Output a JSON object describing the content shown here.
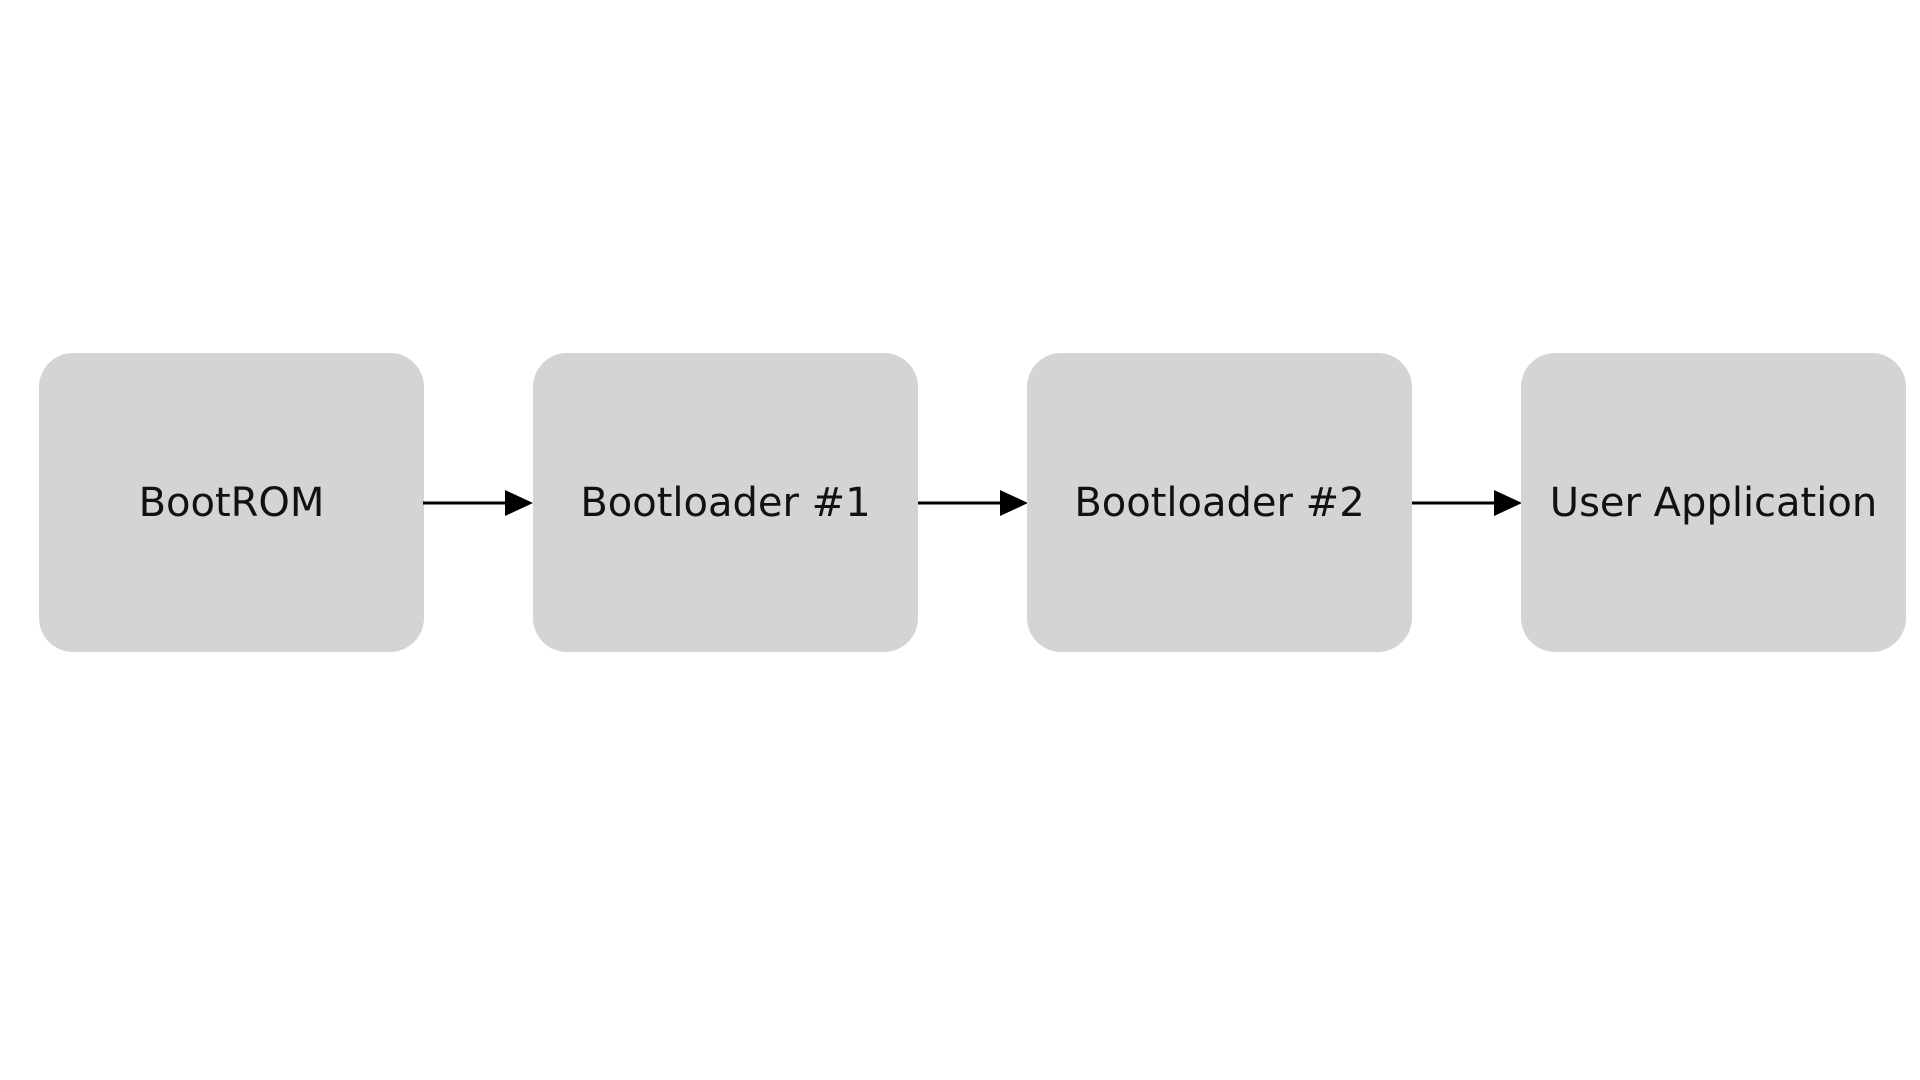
{
  "diagram": {
    "stages": [
      {
        "label": "BootROM"
      },
      {
        "label": "Bootloader #1"
      },
      {
        "label": "Bootloader #2"
      },
      {
        "label": "User Application"
      }
    ],
    "colors": {
      "box_fill": "#d5d4d5",
      "text": "#111111",
      "arrow": "#000000",
      "background": "#ffffff"
    }
  }
}
